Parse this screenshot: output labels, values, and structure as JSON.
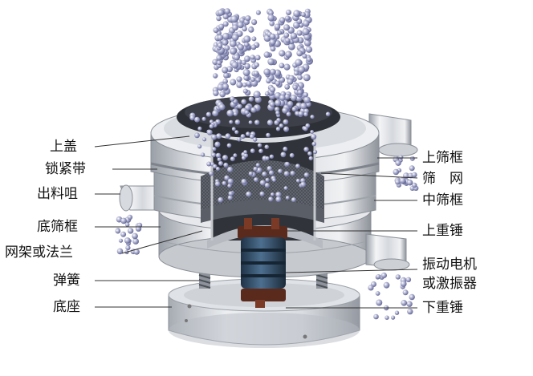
{
  "labels": {
    "left": {
      "top_cover": "上盖",
      "clamp_band": "锁紧带",
      "discharge_outlet": "出料咀",
      "bottom_screen_frame": "底筛框",
      "mesh_frame_or_flange": "网架或法兰",
      "spring": "弹簧",
      "base": "底座"
    },
    "right": {
      "upper_screen_frame": "上筛框",
      "screen_mesh": "筛　网",
      "middle_screen_frame": "中筛框",
      "upper_weight": "上重锤",
      "motor_line1": "振动电机",
      "motor_line2": "或激振器",
      "lower_weight": "下重锤"
    }
  },
  "colors": {
    "metal_light": "#eef0f3",
    "metal_mid": "#c9ccd2",
    "metal_dark": "#8f949c",
    "interior": "#3a3d44",
    "particle": "#8d90b8",
    "motor": "#2e4a66",
    "weight": "#5a2a1c",
    "leader_line": "#333333"
  },
  "icons": {
    "particles": "particle-stream-icon",
    "machine": "vibrating-screen-illustration"
  }
}
